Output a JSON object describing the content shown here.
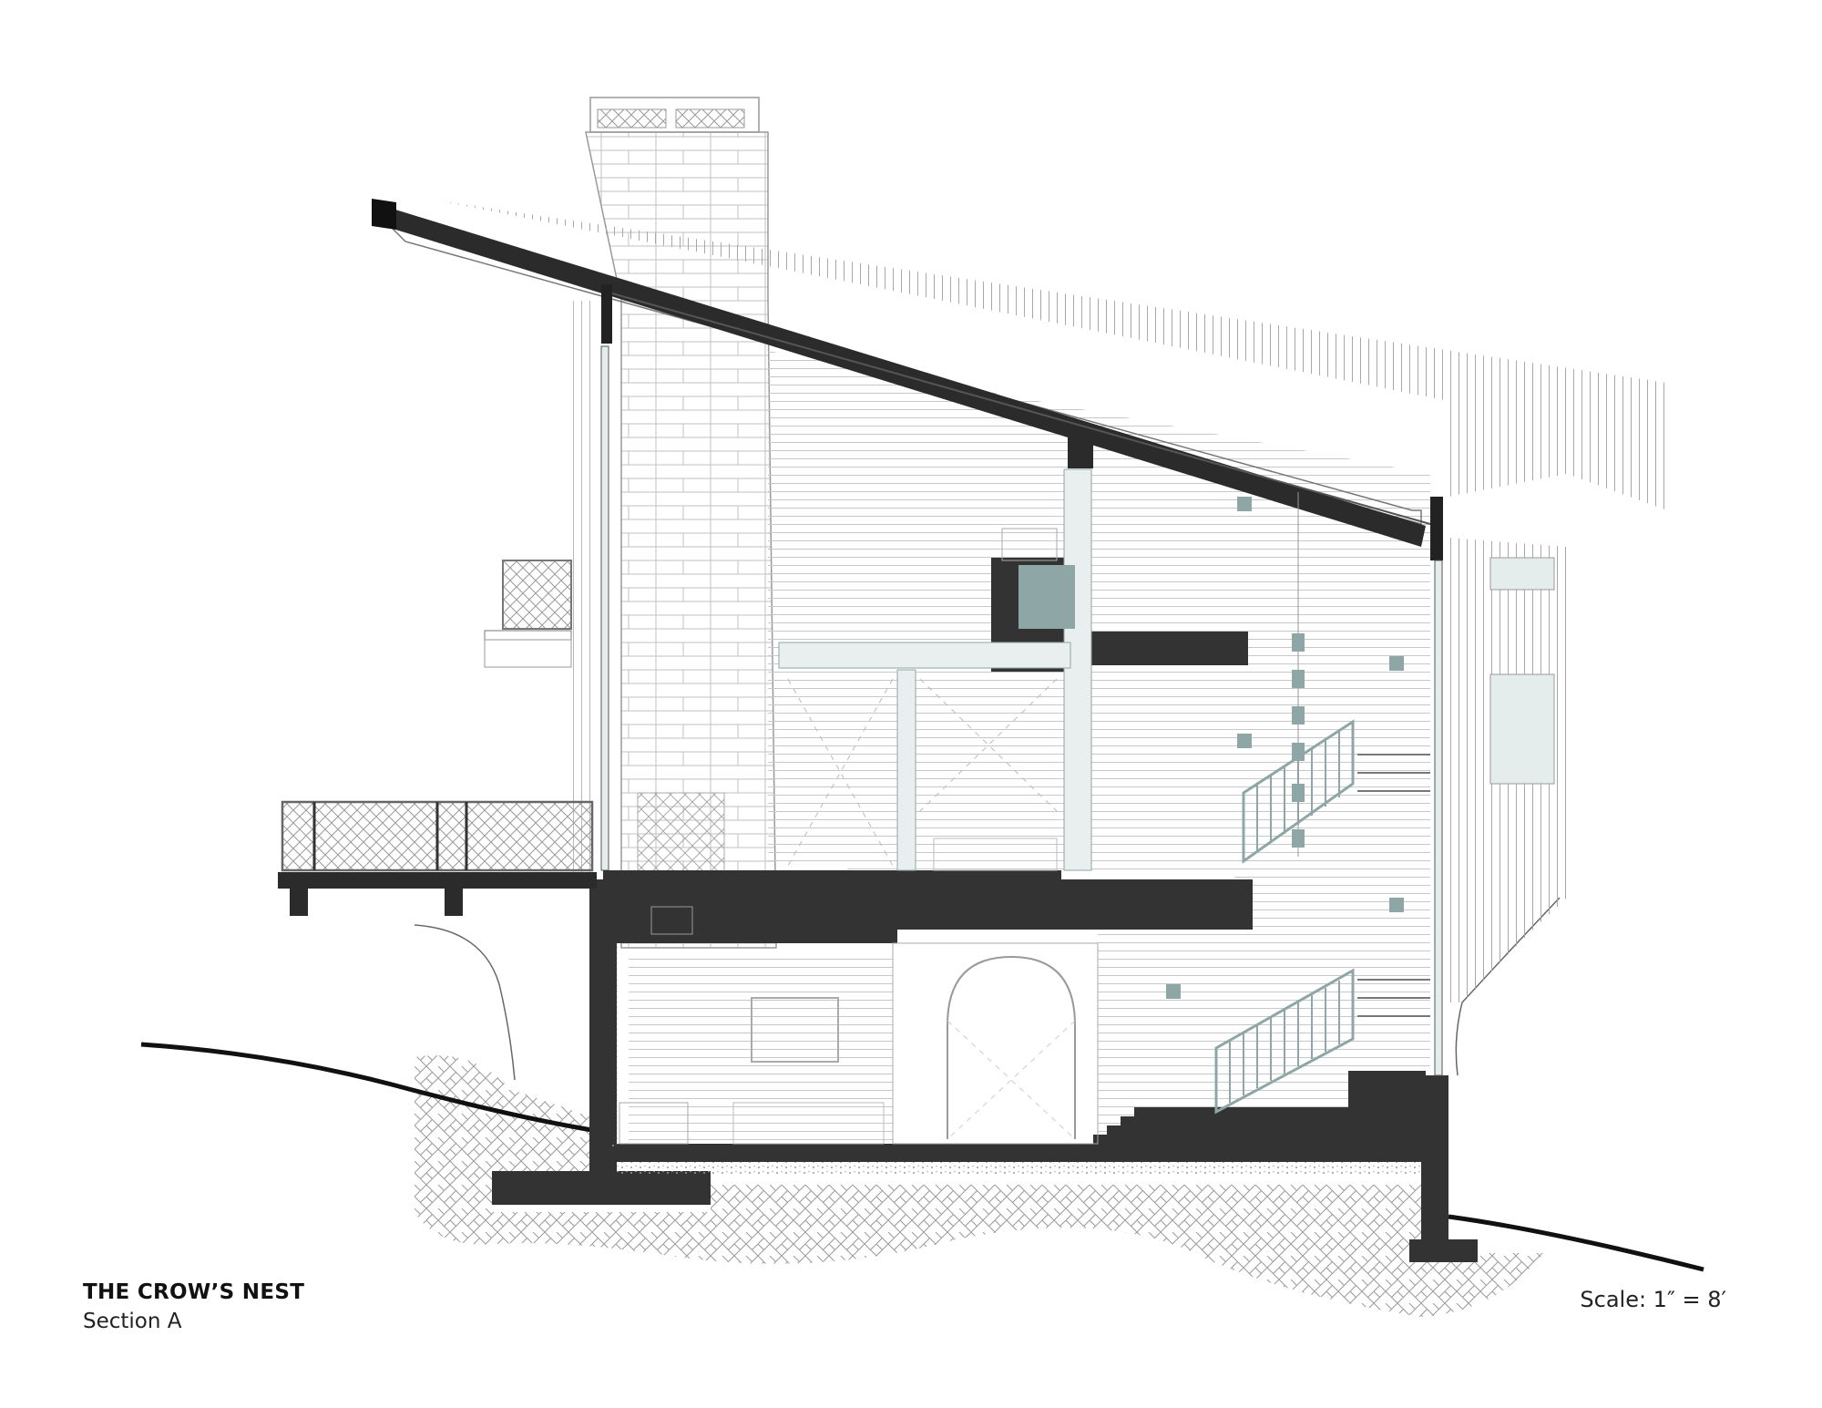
{
  "drawing": {
    "title": "THE CROW’S NEST",
    "subtitle": "Section A",
    "scale": "Scale: 1″ = 8′"
  },
  "colors": {
    "ink": "#2b2b2b",
    "poche": "#333333",
    "line": "#8a8a8a",
    "faint": "#b9b9b9",
    "accent": "#8fa6a6",
    "glass": "#e4ecec"
  }
}
